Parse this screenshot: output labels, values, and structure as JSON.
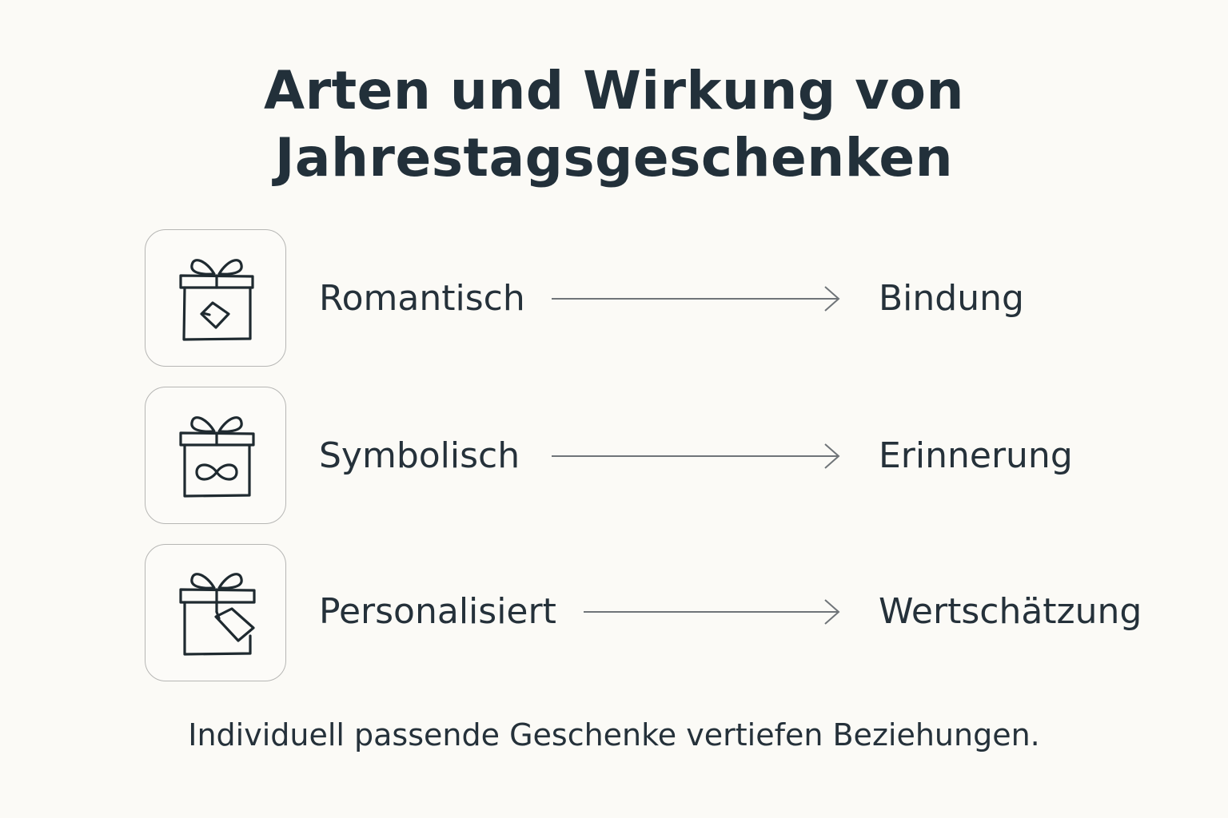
{
  "title": {
    "line1": "Arten und Wirkung von",
    "line2": "Jahrestagsgeschenken"
  },
  "rows": [
    {
      "icon": "gift-tag-icon",
      "type": "Romantisch",
      "effect": "Bindung"
    },
    {
      "icon": "gift-infinity-icon",
      "type": "Symbolisch",
      "effect": "Erinnerung"
    },
    {
      "icon": "gift-label-icon",
      "type": "Personalisiert",
      "effect": "Wertschätzung"
    }
  ],
  "footer": "Individuell passende Geschenke vertiefen Beziehungen.",
  "colors": {
    "background": "#fbfaf6",
    "text": "#22303a",
    "box_border": "#b6b6b4",
    "arrow": "#6f7478"
  }
}
